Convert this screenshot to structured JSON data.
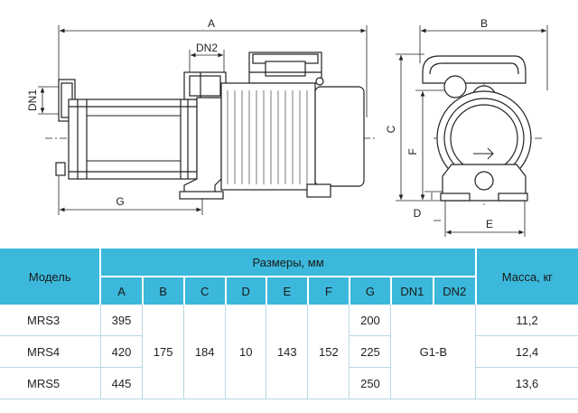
{
  "drawing": {
    "side_view_labels": {
      "A": "A",
      "DN2": "DN2",
      "DN1": "DN1",
      "G": "G"
    },
    "end_view_labels": {
      "B": "B",
      "C": "C",
      "F": "F",
      "D": "D",
      "E": "E"
    }
  },
  "table": {
    "header": {
      "model": "Модель",
      "dimensions_group": "Размеры, мм",
      "mass": "Масса, кг",
      "columns": [
        "A",
        "B",
        "C",
        "D",
        "E",
        "F",
        "G",
        "DN1",
        "DN2"
      ]
    },
    "rows": [
      {
        "model": "MRS3",
        "A": "395",
        "G": "200",
        "mass": "11,2"
      },
      {
        "model": "MRS4",
        "A": "420",
        "G": "225",
        "mass": "12,4"
      },
      {
        "model": "MRS5",
        "A": "445",
        "G": "250",
        "mass": "13,6"
      }
    ],
    "shared": {
      "B": "175",
      "C": "184",
      "D": "10",
      "E": "143",
      "F": "152",
      "DN": "G1-B"
    }
  }
}
